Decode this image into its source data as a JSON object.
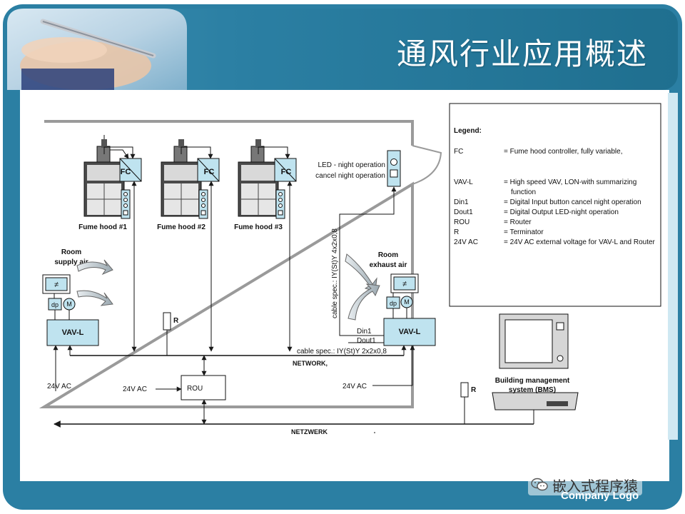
{
  "slide": {
    "title": "通风行业应用概述",
    "company_logo": "Company Logo",
    "watermark": "嵌入式程序猿",
    "colors": {
      "frame_teal": "#2a7f9e",
      "frame_dark": "#1f6f8f",
      "diagram_blue": "#bfe3ef",
      "line": "#1a1a1a",
      "background": "#ffffff"
    }
  },
  "diagram": {
    "fume_hoods": [
      {
        "label": "Fume hood #1",
        "controller": "FC"
      },
      {
        "label": "Fume hood #2",
        "controller": "FC"
      },
      {
        "label": "Fume hood #3",
        "controller": "FC"
      }
    ],
    "supply": {
      "label_line1": "Room",
      "label_line2": "supply air",
      "vav": "VAV-L",
      "dp": "dp",
      "motor": "M",
      "damper_symbol": "≠",
      "power": "24V AC"
    },
    "exhaust": {
      "label_line1": "Room",
      "label_line2": "exhaust air",
      "vav": "VAV-L",
      "dp": "dp",
      "motor": "M",
      "damper_symbol": "≠",
      "power": "24V AC",
      "din": "Din1",
      "dout": "Dout1"
    },
    "led_panel": {
      "line1": "LED - night operation",
      "line2": "cancel night operation"
    },
    "cable_spec_vertical": "cable spec.: IY(St)Y 4x2x0,8",
    "cable_spec_horizontal": "cable spec.: IY(St)Y 2x2x0,8",
    "network_label": "NETWORK,",
    "netzwerk_label": "NETZWERK",
    "router": {
      "label": "ROU",
      "power": "24V AC"
    },
    "terminator_label": "R",
    "bms": {
      "line1": "Building management",
      "line2": "system (BMS)"
    }
  },
  "legend": {
    "title": "Legend:",
    "entries": [
      {
        "key": "FC",
        "value": "= Fume hood controller, fully variable,"
      },
      {
        "key": "VAV-L",
        "value": "= High speed VAV, LON-with summarizing",
        "value2": "function"
      },
      {
        "key": "Din1",
        "value": "= Digital Input button cancel night operation"
      },
      {
        "key": "Dout1",
        "value": "= Digital Output LED-night operation"
      },
      {
        "key": "ROU",
        "value": "= Router"
      },
      {
        "key": "R",
        "value": "= Terminator"
      },
      {
        "key": "24V AC",
        "value": "= 24V AC external voltage for VAV-L and Router"
      }
    ]
  }
}
